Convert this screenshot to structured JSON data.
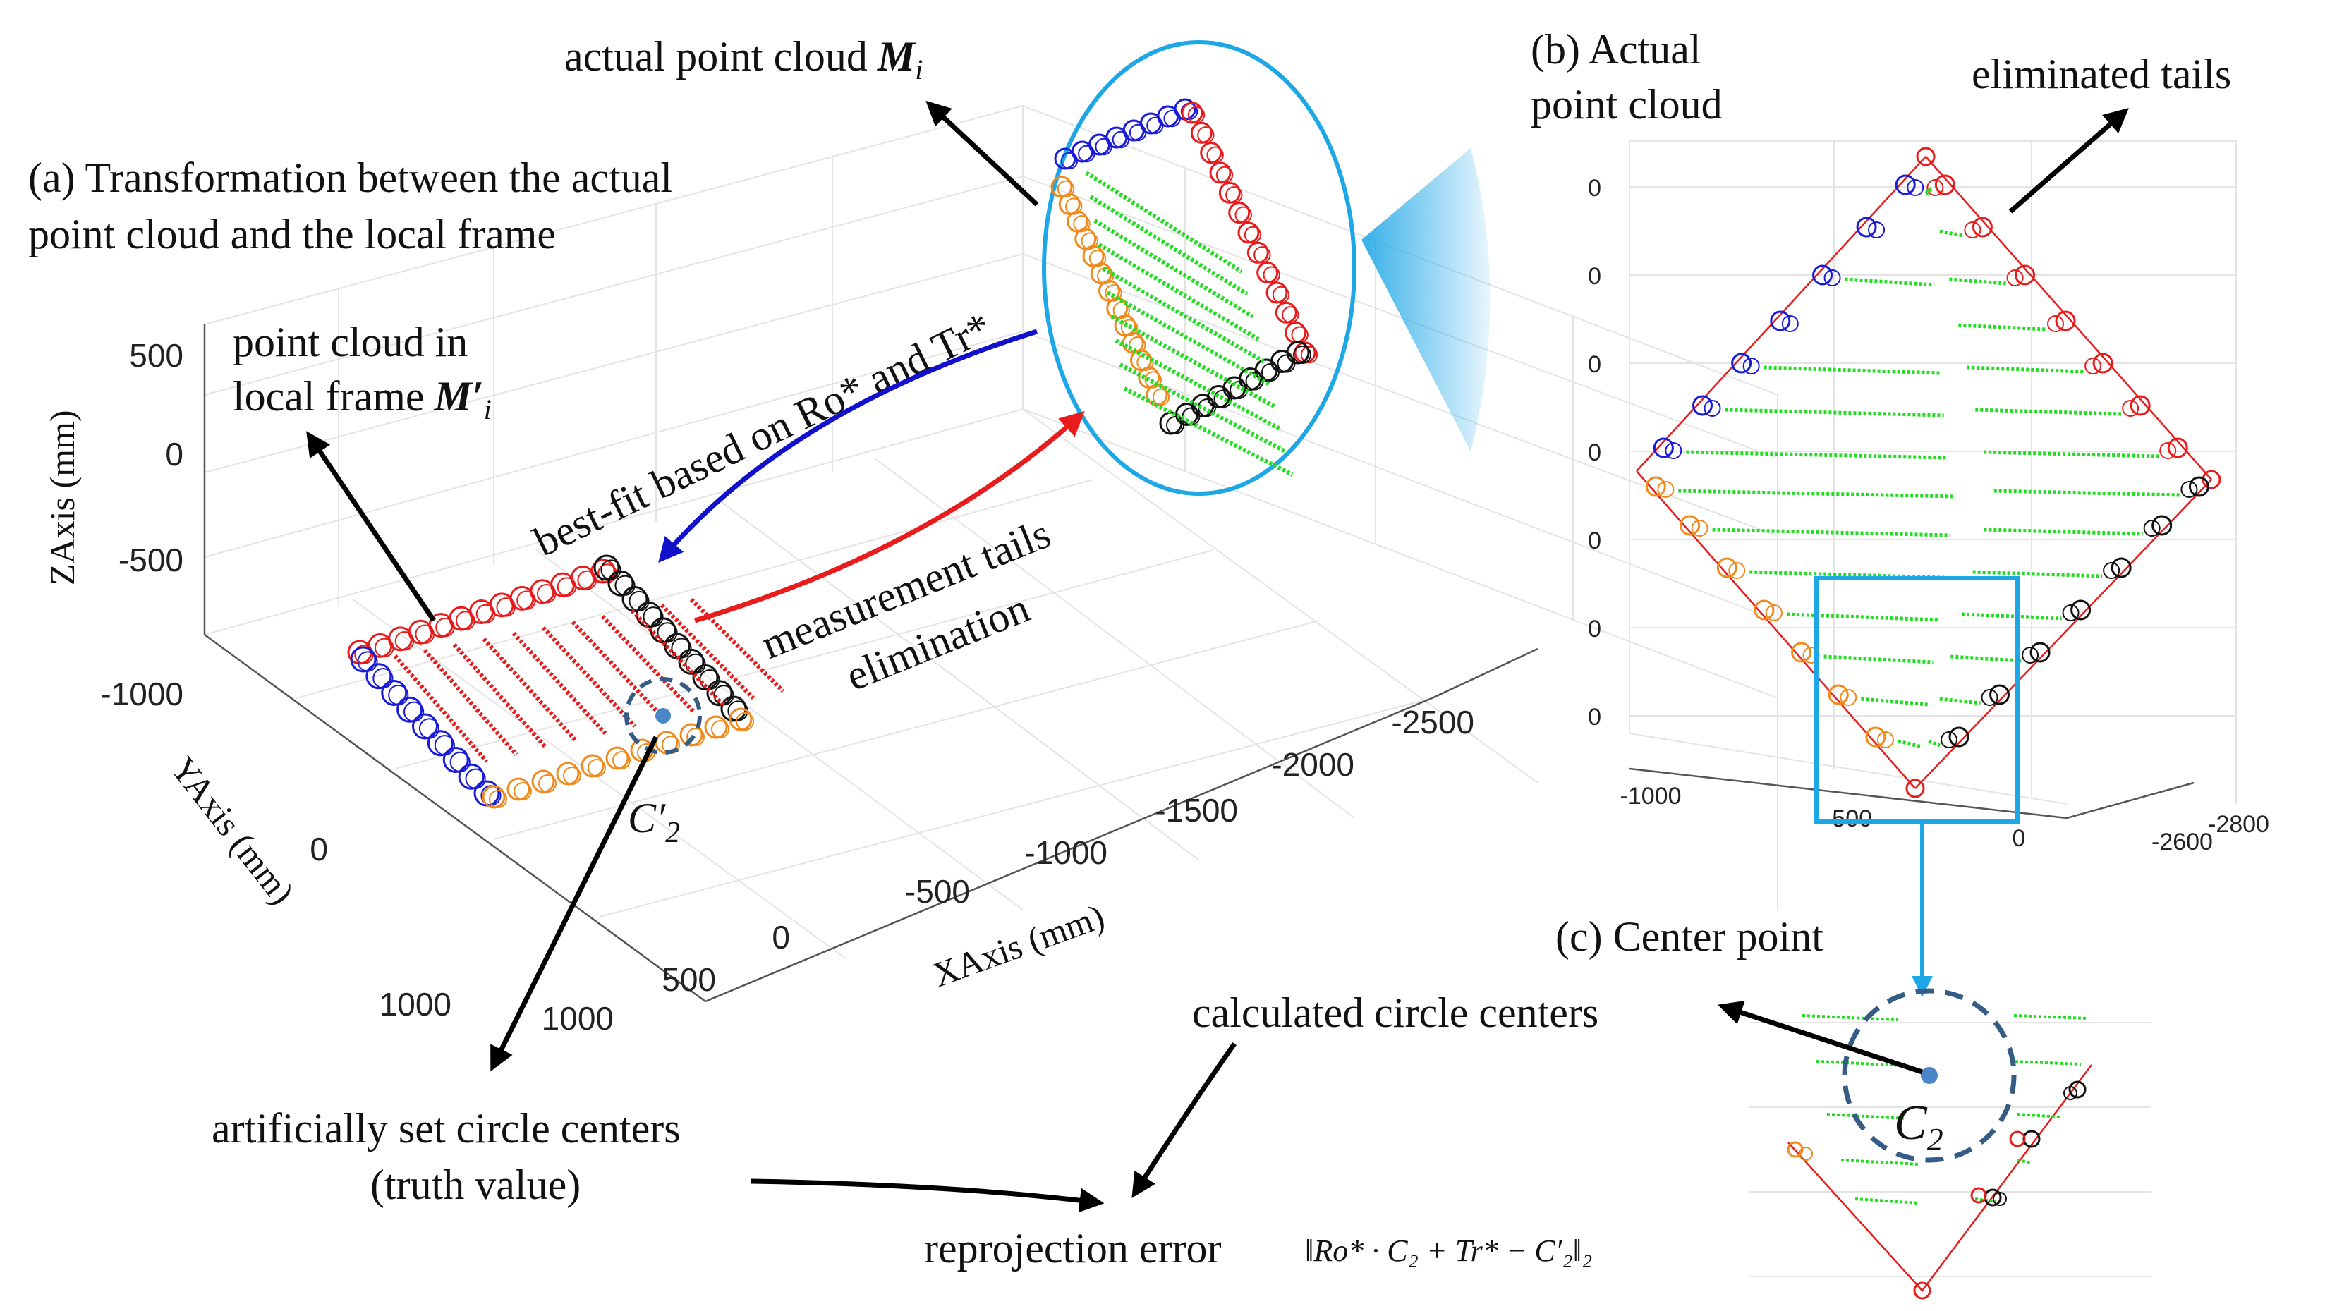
{
  "panel_a": {
    "title_line1": "(a) Transformation between the actual",
    "title_line2": "point cloud and the local frame",
    "local_label_line1": "point cloud in",
    "local_label_line2": "local frame",
    "local_symbol": "M′",
    "local_symbol_sub": "i",
    "actual_label": "actual point cloud",
    "actual_symbol": "M",
    "actual_symbol_sub": "i",
    "bestfit_label": "best-fit based on Ro* and Tr*",
    "tails_label_line1": "measurement tails",
    "tails_label_line2": "elimination",
    "center_label": "C′",
    "center_sub": "2",
    "z_axis_title": "ZAxis (mm)",
    "y_axis_title": "YAxis (mm)",
    "x_axis_title": "XAxis (mm)",
    "z_ticks": [
      "500",
      "0",
      "-500",
      "-1000"
    ],
    "y_ticks": [
      "0",
      "1000"
    ],
    "x_ticks": [
      "1000",
      "500",
      "0",
      "-500",
      "-1000",
      "-1500",
      "-2000",
      "-2500"
    ]
  },
  "panel_b": {
    "title_line1": "(b) Actual",
    "title_line2": "point cloud",
    "tails_label": "eliminated tails",
    "z_ticks": [
      "0",
      "0",
      "0",
      "0",
      "0",
      "0",
      "0"
    ],
    "x_ticks": [
      "-1000",
      "-500",
      "0"
    ],
    "y_ticks": [
      "-2600",
      "-2800"
    ]
  },
  "panel_c": {
    "title": "(c) Center point",
    "calc_label": "calculated circle centers",
    "center_label": "C",
    "center_sub": "2"
  },
  "bottom": {
    "truth_line1": "artificially set circle centers",
    "truth_line2": "(truth value)",
    "error_label": "reprojection error",
    "error_formula": "‖Ro* · C₂ + Tr* − C′₂‖₂"
  },
  "colors": {
    "red": "#e81c1c",
    "blue": "#1a1adb",
    "orange": "#f08a1c",
    "black": "#111111",
    "green": "#22dd22",
    "cyan": "#1ea7e6",
    "center_dot": "#4a86c8",
    "dashed_circle": "#355c85",
    "bestfit_arrow": "#1111cc",
    "tails_arrow": "#e81c1c"
  }
}
